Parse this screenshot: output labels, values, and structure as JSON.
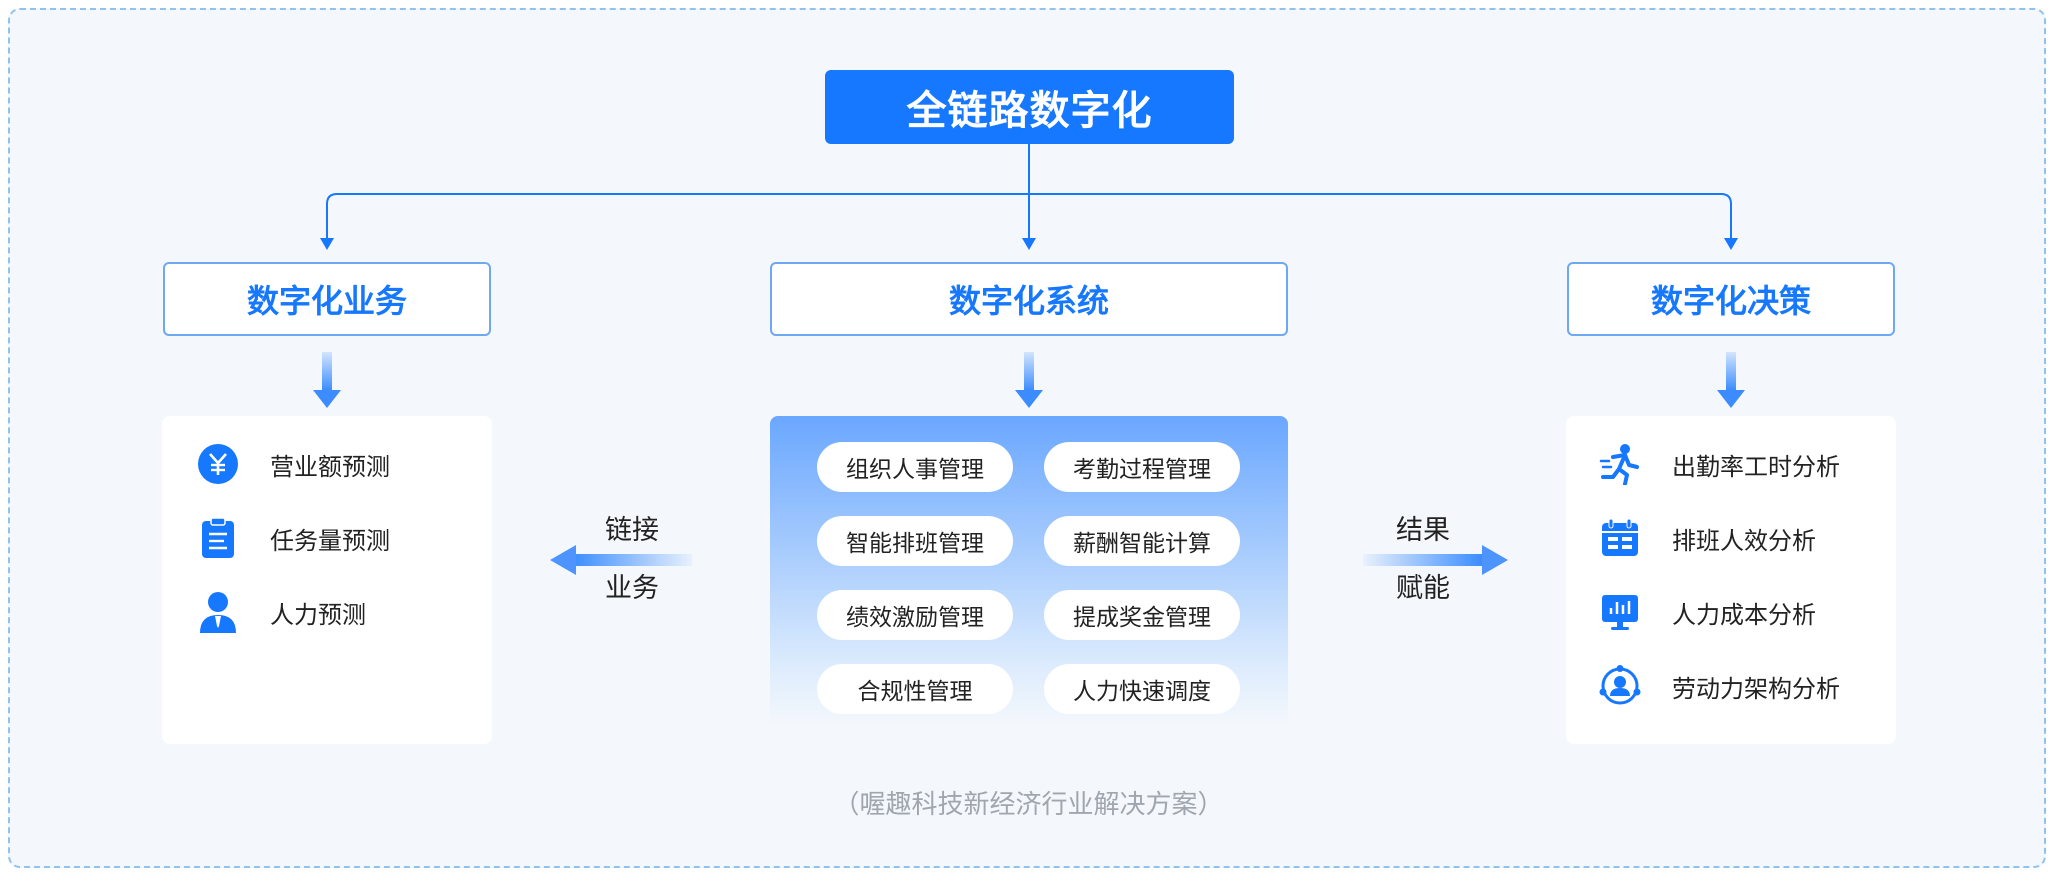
{
  "root": {
    "label": "全链路数字化"
  },
  "branches": [
    {
      "label": "数字化业务"
    },
    {
      "label": "数字化系统"
    },
    {
      "label": "数字化决策"
    }
  ],
  "business": {
    "items": [
      {
        "icon": "yen-icon",
        "label": "营业额预测"
      },
      {
        "icon": "clipboard-icon",
        "label": "任务量预测"
      },
      {
        "icon": "person-icon",
        "label": "人力预测"
      }
    ]
  },
  "system": {
    "modules": [
      "组织人事管理",
      "考勤过程管理",
      "智能排班管理",
      "薪酬智能计算",
      "绩效激励管理",
      "提成奖金管理",
      "合规性管理",
      "人力快速调度"
    ]
  },
  "decision": {
    "items": [
      {
        "icon": "running-person-icon",
        "label": "出勤率工时分析"
      },
      {
        "icon": "calendar-icon",
        "label": "排班人效分析"
      },
      {
        "icon": "monitor-chart-icon",
        "label": "人力成本分析"
      },
      {
        "icon": "org-structure-icon",
        "label": "劳动力架构分析"
      }
    ]
  },
  "connectors": {
    "left": {
      "line1": "链接",
      "line2": "业务"
    },
    "right": {
      "line1": "结果",
      "line2": "赋能"
    }
  },
  "footer": {
    "text": "（喔趣科技新经济行业解决方案）"
  },
  "colors": {
    "primary": "#1677ff",
    "border": "#6ea8f2",
    "frame": "#8fc3ef",
    "background": "#f4f8fc"
  }
}
